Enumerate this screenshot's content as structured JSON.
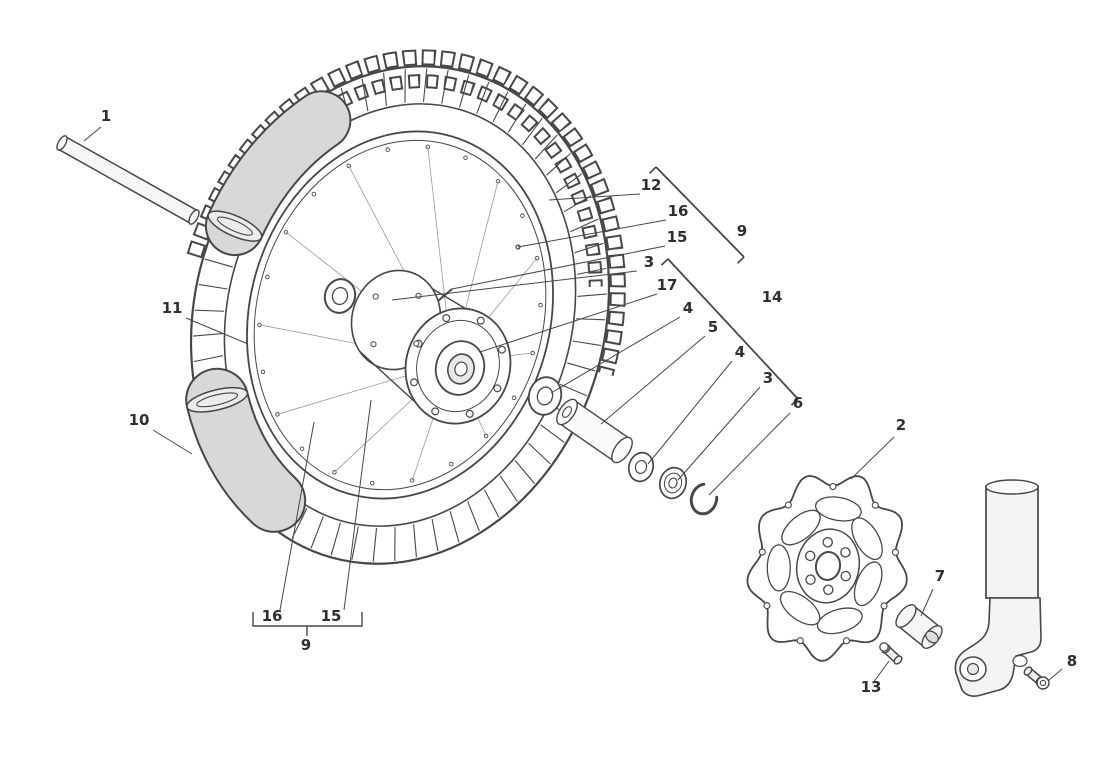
{
  "colors": {
    "bg": "#ffffff",
    "line": "#474747",
    "grey": "#d8d8d8",
    "label": "#2f2f2f"
  },
  "labels": [
    "1",
    "11",
    "10",
    "12",
    "16",
    "15",
    "3",
    "17",
    "9",
    "14",
    "4",
    "5",
    "4",
    "3",
    "6",
    "2",
    "7",
    "13",
    "8",
    "16",
    "15",
    "9"
  ]
}
